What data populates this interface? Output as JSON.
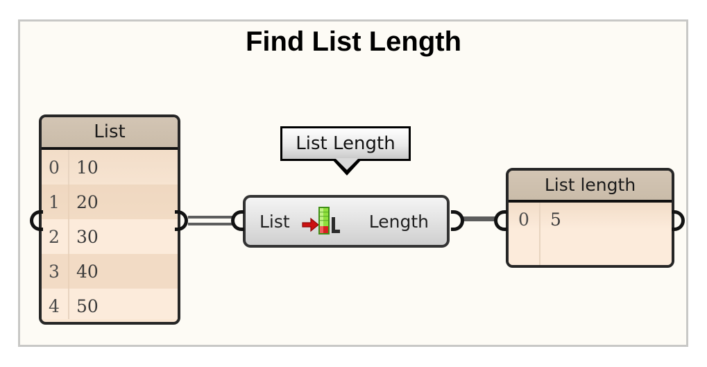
{
  "title": "Find List Length",
  "canvas": {
    "background": "#fdfbf5",
    "border_color": "#c8c8c6"
  },
  "list_node": {
    "header": "List",
    "columns": [
      "index",
      "value"
    ],
    "rows": [
      {
        "index": "0",
        "value": "10"
      },
      {
        "index": "1",
        "value": "20"
      },
      {
        "index": "2",
        "value": "30"
      },
      {
        "index": "3",
        "value": "40"
      },
      {
        "index": "4",
        "value": "50"
      }
    ],
    "header_color": "#cabca9",
    "body_color": "#fcebdb"
  },
  "function_node": {
    "input_label": "List",
    "output_label": "Length",
    "icon": "list-length-icon",
    "tooltip": "List Length",
    "body_color": "#e4e4e4",
    "border_color": "#333333"
  },
  "result_node": {
    "header": "List length",
    "rows": [
      {
        "index": "0",
        "value": "5"
      }
    ],
    "header_color": "#cabca9",
    "body_color": "#fcebdb"
  },
  "wires": {
    "color": "#5d5d5d",
    "port_color": "#121212"
  },
  "icon_colors": {
    "arrow": "#cc1111",
    "bar_green_light": "#9ee84a",
    "bar_green_dark": "#3f8f16",
    "bar_red": "#d62020",
    "letter": "#2b2b2b"
  }
}
